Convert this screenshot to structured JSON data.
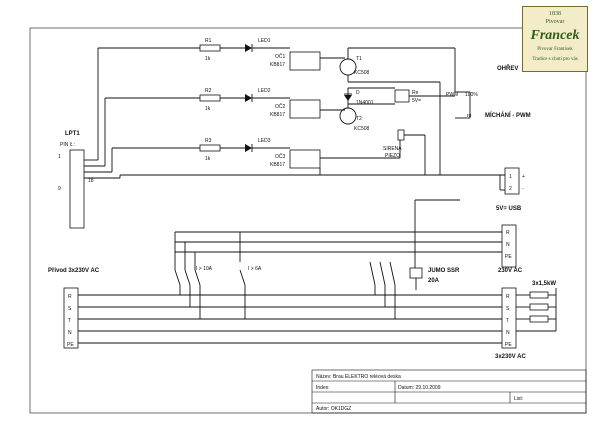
{
  "logo": {
    "top": "1838",
    "brand_small": "Pivovar",
    "brand": "Francek",
    "sub": "Pivovar Frantisek",
    "tagline": "Tradice s chutí pro vás"
  },
  "labels": {
    "R1": "R1",
    "R2": "R2",
    "R3": "R3",
    "k1": "1k",
    "k2": "1k",
    "k3": "1k",
    "LED1": "LED1",
    "LED2": "LED2",
    "LED3": "LED3",
    "OC1": "OČ1",
    "OC2": "OČ2",
    "OC3": "OČ3",
    "KB1": "KB817",
    "KB2": "KB817",
    "KB3": "KB817",
    "T1": "T1",
    "T2": "T2",
    "KC1": "KC508",
    "KC2": "KC508",
    "D": "D",
    "D_type": "1N4001",
    "Re": "Re",
    "Re_v": "5V=",
    "sirena": "SIRENA",
    "piezo": "PIEZO",
    "ohrev": "OHŘEV",
    "pwm": "PWM",
    "pct": "100%",
    "ro": "ro",
    "michani": "MÍCHÁNÍ - PWM",
    "lpt": "LPT1",
    "pin": "PIN č.:",
    "pin1": "1",
    "pin9": "9",
    "pin18": "18",
    "plus": "+",
    "minus": "-",
    "n1": "1",
    "n2": "2",
    "usb": "5V= USB",
    "r_top": "R",
    "n_top": "N",
    "pe_top": "PE",
    "out_230": "230V AC",
    "ssr1": "JUMO SSR",
    "ssr2": "20A",
    "prived": "Přívod 3x230V AC",
    "i10": "I > 10A",
    "i6": "I > 6A",
    "in_R": "R",
    "in_S": "S",
    "in_T": "T",
    "in_N": "N",
    "in_PE": "PE",
    "heat": "3x1,5kW",
    "out_R": "R",
    "out_S": "S",
    "out_T": "T",
    "out_N": "N",
    "out_PE": "PE",
    "out_3x": "3x230V AC"
  },
  "titleblock": {
    "name": "Název: Brau ELEKTRO reléová deska",
    "index": "Index:",
    "date": "Datum: 29.10.2009",
    "sheet": "List:",
    "author": "Autor: OK1DGZ"
  }
}
